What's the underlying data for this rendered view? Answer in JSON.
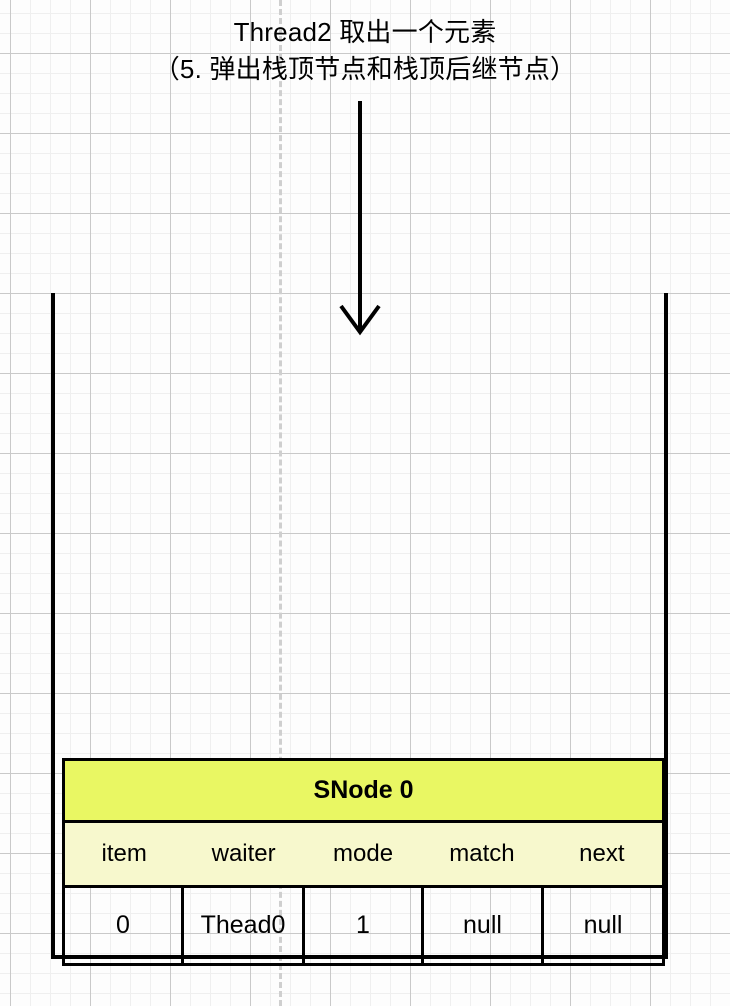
{
  "title": {
    "line1": "Thread2 取出一个元素",
    "line2": "（5. 弹出栈顶节点和栈顶后继节点）"
  },
  "arrow": {
    "name": "down-arrow",
    "direction": "down"
  },
  "stack": {
    "name": "stack-container"
  },
  "node": {
    "header": "SNode 0",
    "fields": [
      {
        "key": "item",
        "label": "item",
        "value": "0"
      },
      {
        "key": "waiter",
        "label": "waiter",
        "value": "Thead0"
      },
      {
        "key": "mode",
        "label": "mode",
        "value": "1"
      },
      {
        "key": "match",
        "label": "match",
        "value": "null"
      },
      {
        "key": "next",
        "label": "next",
        "value": "null"
      }
    ]
  },
  "colors": {
    "node_header_bg": "#e9f763",
    "field_header_bg": "#f7f8cd",
    "value_bg": "#ffffff",
    "stroke": "#000000",
    "page_bg": "#fdfdfd",
    "grid_minor": "#efefef",
    "grid_major": "#c9c9c9",
    "guide_dash": "#cfcfcf"
  }
}
